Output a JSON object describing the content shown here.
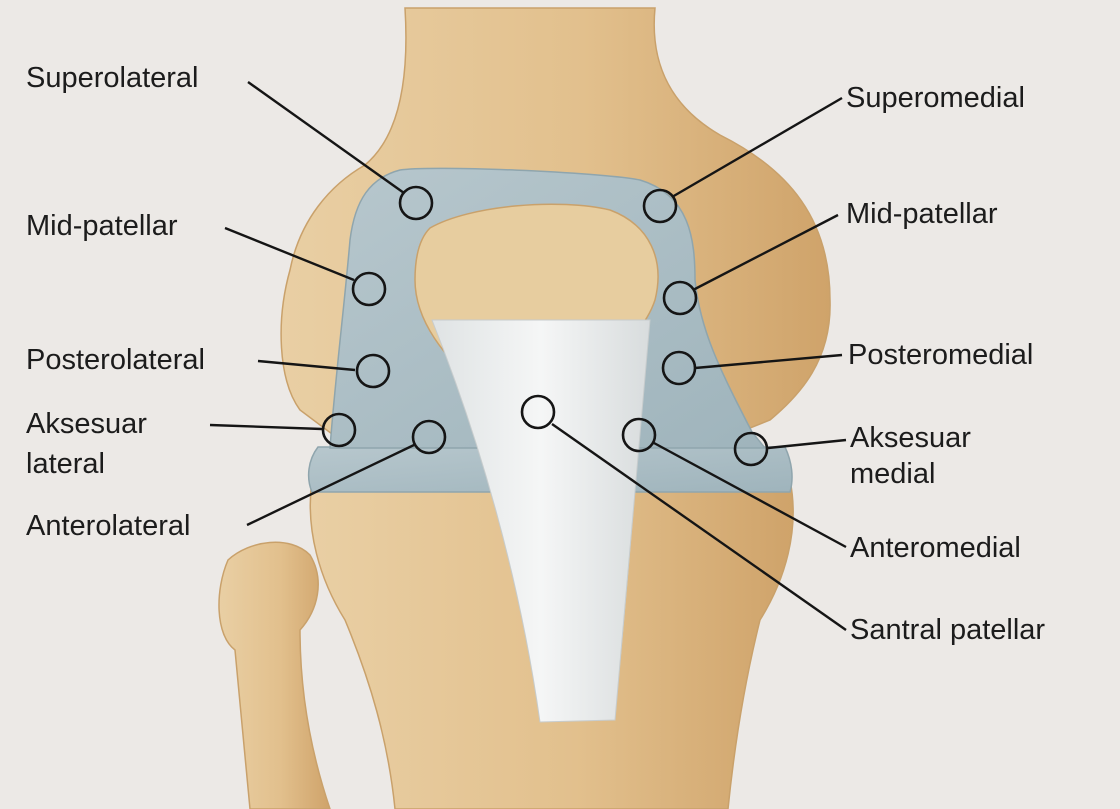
{
  "labels": {
    "superolateral": "Superolateral",
    "superomedial": "Superomedial",
    "mid_patellar_left": "Mid-patellar",
    "mid_patellar_right": "Mid-patellar",
    "posterolateral": "Posterolateral",
    "posteromedial": "Posteromedial",
    "aksesuar_lateral_line1": "Aksesuar",
    "aksesuar_lateral_line2": "lateral",
    "aksesuar_medial_line1": "Aksesuar",
    "aksesuar_medial_line2": "medial",
    "anterolateral": "Anterolateral",
    "anteromedial": "Anteromedial",
    "santral_patellar": "Santral patellar"
  },
  "colors": {
    "background": "#ece9e6",
    "bone": "#e4c597",
    "bone_shadow": "#c9a16b",
    "capsule": "#a9bcc4",
    "tendon": "#eef0f0",
    "line": "#151515"
  }
}
